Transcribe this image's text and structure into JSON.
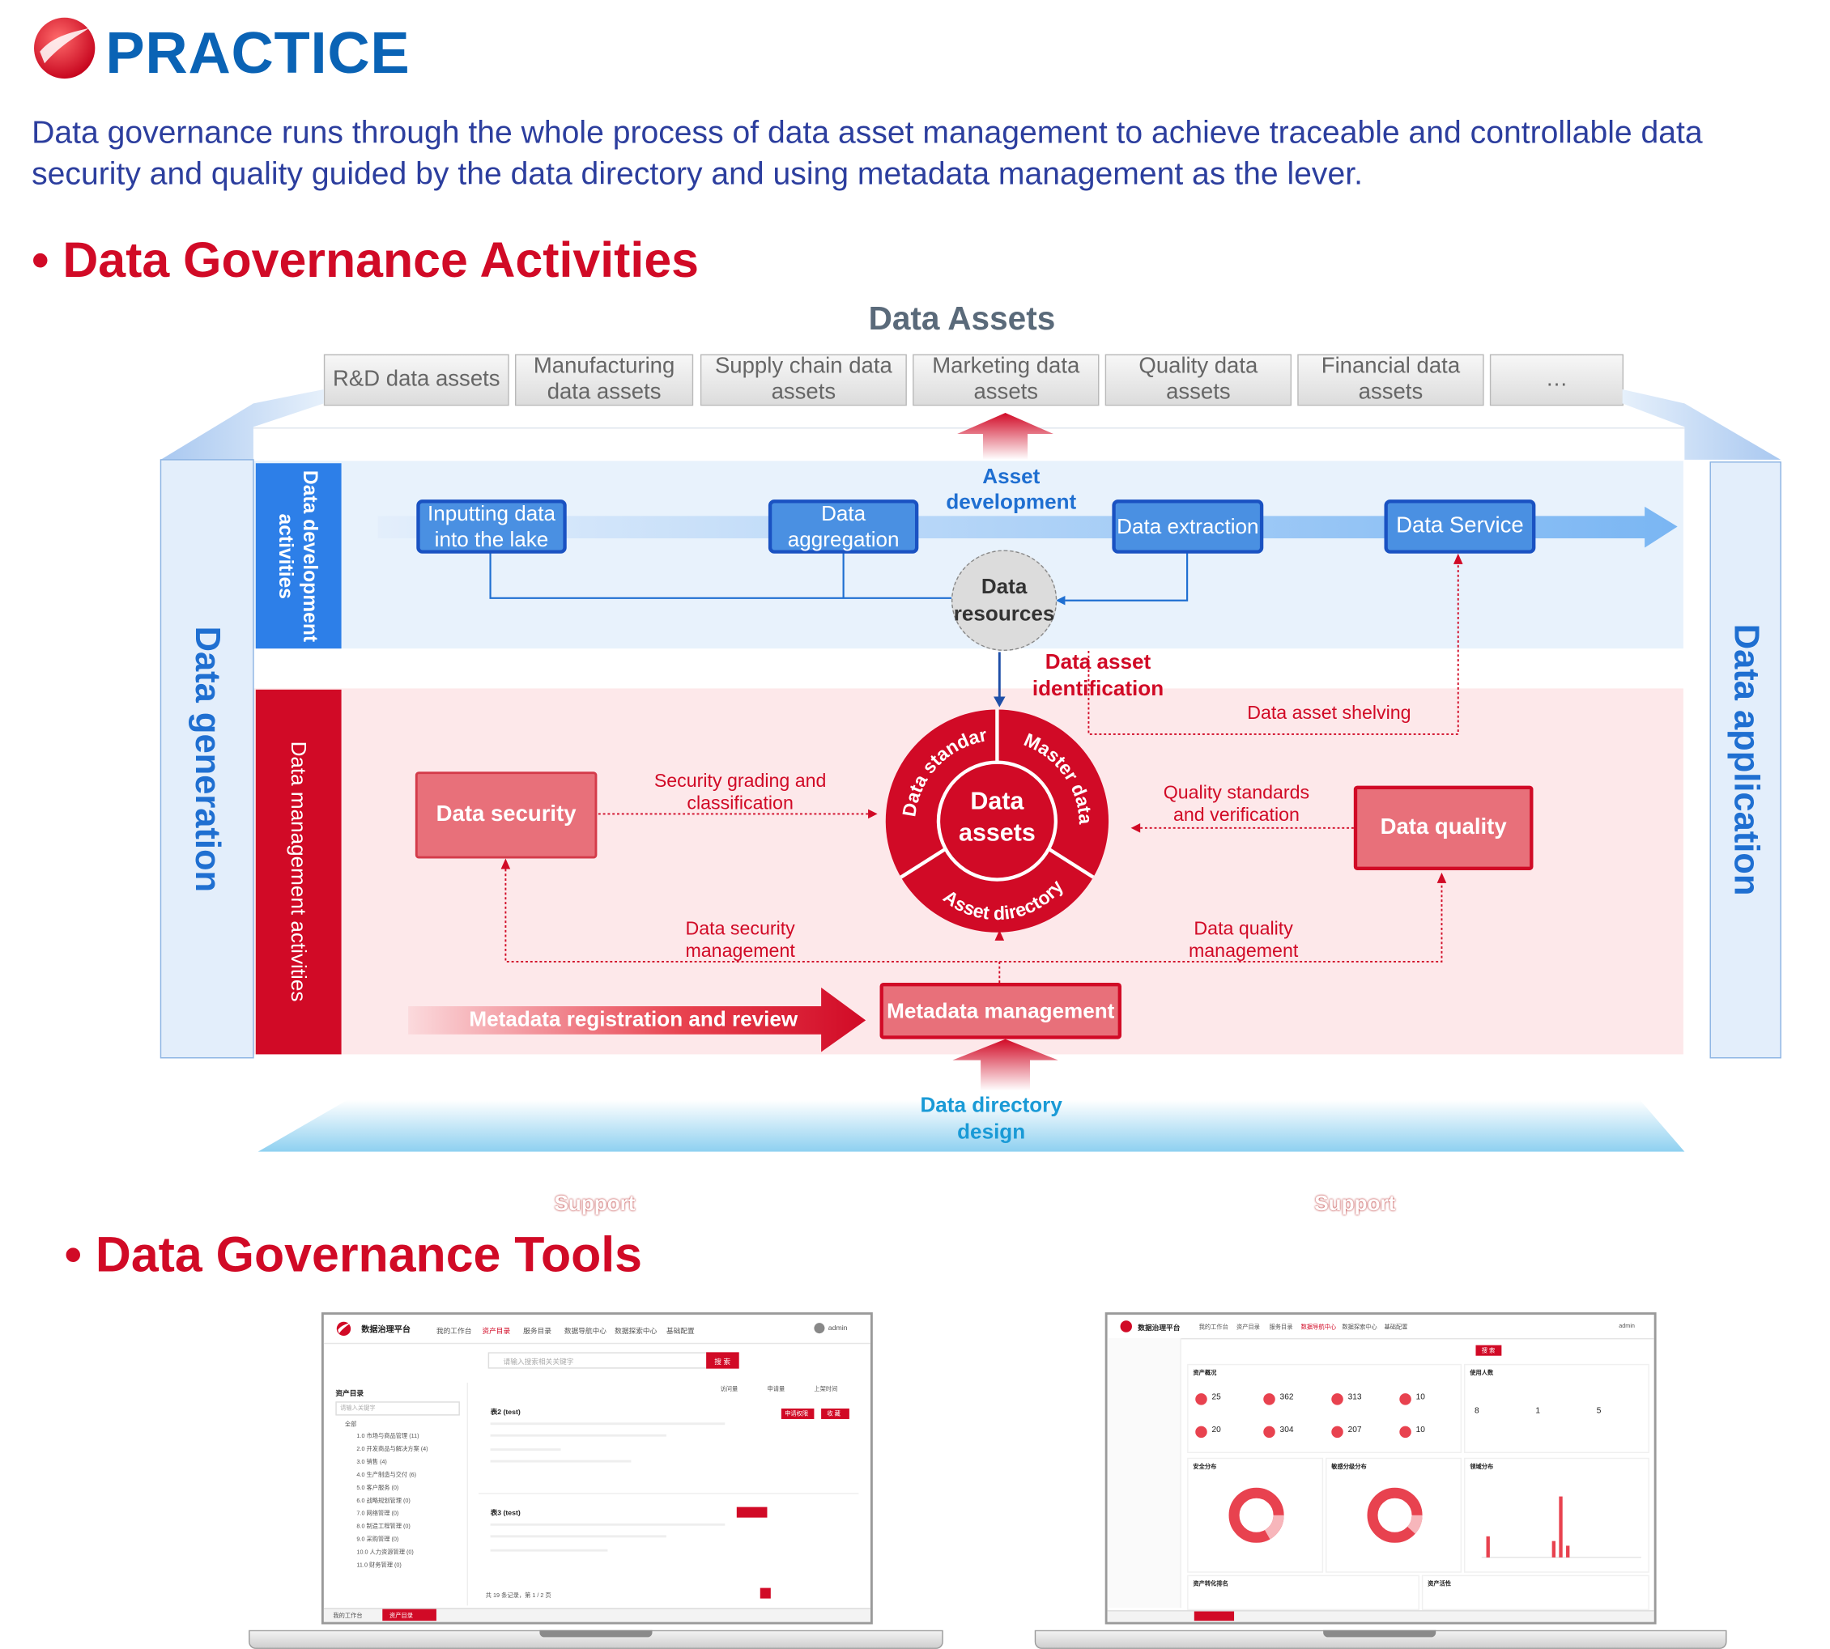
{
  "header": {
    "title": "PRACTICE",
    "intro": "Data governance runs through the whole process of data asset management to achieve traceable and controllable data security and quality guided by the data directory and using metadata management as the lever."
  },
  "sections": {
    "activities": "• Data Governance Activities",
    "tools": "• Data Governance Tools"
  },
  "diagram": {
    "data_assets_title": "Data Assets",
    "asset_categories": [
      "R&D data assets",
      "Manufacturing data assets",
      "Supply chain data assets",
      "Marketing data assets",
      "Quality data assets",
      "Financial data assets",
      "…"
    ],
    "left_pillar": "Data generation",
    "right_pillar": "Data application",
    "dev_band_label": "Data development activities",
    "mgmt_band_label": "Data management activities",
    "dev_steps": [
      "Inputting data into the lake",
      "Data aggregation",
      "Data extraction",
      "Data Service"
    ],
    "asset_development": "Asset development",
    "data_resources": "Data resources",
    "data_asset_identification": "Data asset identification",
    "data_asset_shelving": "Data asset shelving",
    "data_security": "Data security",
    "data_quality": "Data quality",
    "security_grading": "Security grading and classification",
    "quality_standards": "Quality standards and verification",
    "data_security_management": "Data security management",
    "data_quality_management": "Data quality management",
    "wheel_center": "Data assets",
    "wheel_segments": [
      "Data standards",
      "Master data",
      "Asset directory"
    ],
    "metadata_arrow": "Metadata registration and review",
    "metadata_management": "Metadata management",
    "directory_design": "Data directory design",
    "support": [
      "Support",
      "Support"
    ]
  },
  "tools": {
    "left": {
      "app_name": "数据治理平台",
      "nav": [
        "我的工作台",
        "资产目录",
        "服务目录",
        "数据导航中心",
        "数据探索中心",
        "基础配置"
      ],
      "user": "admin",
      "search_placeholder": "请输入搜索相关关键字",
      "search_btn": "搜 索",
      "panel_title": "资产目录",
      "tree_placeholder": "请输入关键字",
      "tree_root": "全部",
      "tree_items": [
        "1.0 市场与商品管理 (11)",
        "2.0 开发商品与解决方案 (4)",
        "3.0 销售 (4)",
        "4.0 生产制造与交付 (6)",
        "5.0 客户服务 (0)",
        "6.0 战略规划管理 (0)",
        "7.0 网络管理 (0)",
        "8.0 制造工程管理 (0)",
        "9.0 采购管理 (0)",
        "10.0 人力资源管理 (0)",
        "11.0 财务管理 (0)"
      ],
      "sort": [
        "访问量",
        "申请量",
        "上架时间"
      ],
      "card1_title": "表2 (test)",
      "card2_title": "表3 (test)",
      "btns": [
        "申请权限",
        "收 藏"
      ],
      "pager": "共 19 条记录，第 1 / 2 页",
      "footer_tabs": [
        "我的工作台",
        "资产目录"
      ]
    },
    "right": {
      "app_name": "数据治理平台",
      "nav": [
        "我的工作台",
        "资产目录",
        "服务目录",
        "数据导航中心",
        "数据探索中心",
        "基础配置"
      ],
      "user": "admin",
      "search_btn": "搜 索",
      "overview_title": "资产概况",
      "stats": [
        "25",
        "362",
        "313",
        "10",
        "20",
        "304",
        "207",
        "10"
      ],
      "users_title": "使用人数",
      "users": [
        "8",
        "1",
        "5"
      ],
      "security_title": "安全分布",
      "classify_title": "敏感分级分布",
      "domain_title": "领域分布",
      "rank_title": "资产转化排名",
      "active_title": "资产活性"
    }
  }
}
